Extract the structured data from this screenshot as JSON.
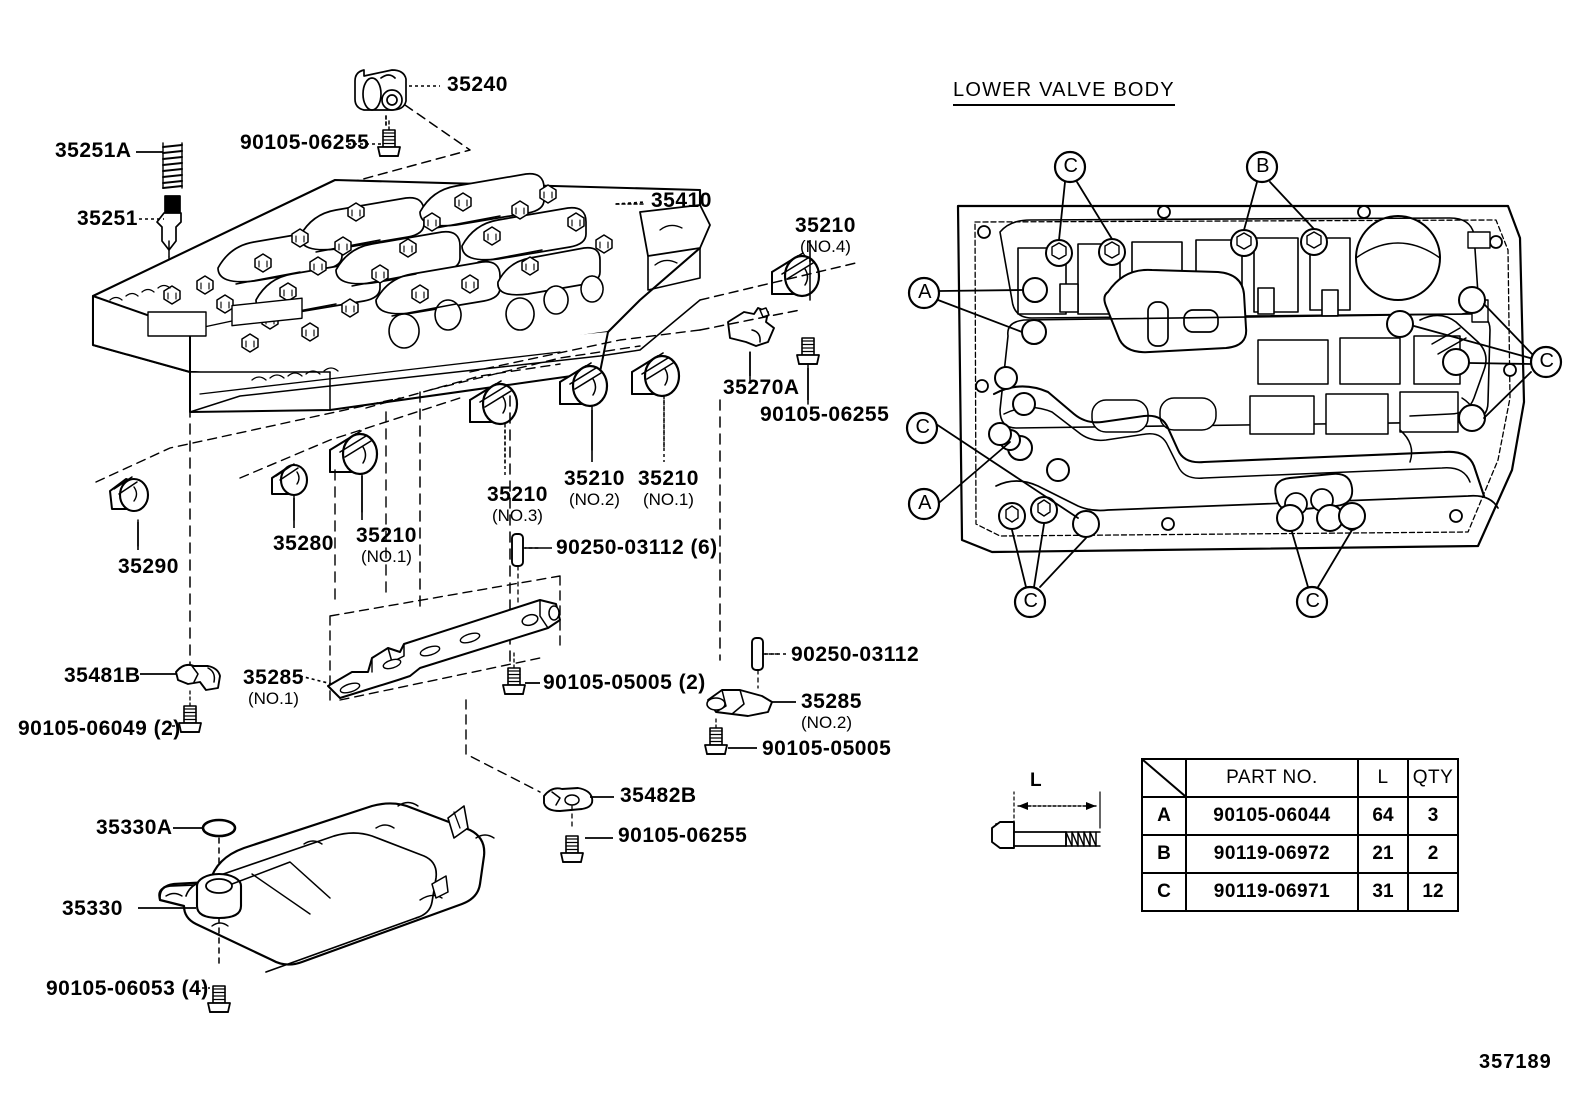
{
  "diagram": {
    "id_number": "357189",
    "section_title": "LOWER VALVE BODY"
  },
  "callouts": [
    {
      "id": "c-35240",
      "text": "35240",
      "sub": ""
    },
    {
      "id": "c-90105-06255-a",
      "text": "90105-06255",
      "sub": ""
    },
    {
      "id": "c-35251A",
      "text": "35251A",
      "sub": ""
    },
    {
      "id": "c-35251",
      "text": "35251",
      "sub": ""
    },
    {
      "id": "c-35410",
      "text": "35410",
      "sub": ""
    },
    {
      "id": "c-35210-no4",
      "text": "35210",
      "sub": "(NO.4)"
    },
    {
      "id": "c-35270A",
      "text": "35270A",
      "sub": ""
    },
    {
      "id": "c-90105-06255-b",
      "text": "90105-06255",
      "sub": ""
    },
    {
      "id": "c-35210-no3",
      "text": "35210",
      "sub": "(NO.3)"
    },
    {
      "id": "c-35210-no2",
      "text": "35210",
      "sub": "(NO.2)"
    },
    {
      "id": "c-35210-no1-r",
      "text": "35210",
      "sub": "(NO.1)"
    },
    {
      "id": "c-35290",
      "text": "35290",
      "sub": ""
    },
    {
      "id": "c-35280",
      "text": "35280",
      "sub": ""
    },
    {
      "id": "c-35210-no1-l",
      "text": "35210",
      "sub": "(NO.1)"
    },
    {
      "id": "c-90250-03112-6",
      "text": "90250-03112 (6)",
      "sub": ""
    },
    {
      "id": "c-35481B",
      "text": "35481B",
      "sub": ""
    },
    {
      "id": "c-35285-no1",
      "text": "35285",
      "sub": "(NO.1)"
    },
    {
      "id": "c-90105-06049-2",
      "text": "90105-06049 (2)",
      "sub": ""
    },
    {
      "id": "c-90105-05005-2",
      "text": "90105-05005 (2)",
      "sub": ""
    },
    {
      "id": "c-90250-03112",
      "text": "90250-03112",
      "sub": ""
    },
    {
      "id": "c-35285-no2",
      "text": "35285",
      "sub": "(NO.2)"
    },
    {
      "id": "c-90105-05005",
      "text": "90105-05005",
      "sub": ""
    },
    {
      "id": "c-35482B",
      "text": "35482B",
      "sub": ""
    },
    {
      "id": "c-90105-06255-c",
      "text": "90105-06255",
      "sub": ""
    },
    {
      "id": "c-35330A",
      "text": "35330A",
      "sub": ""
    },
    {
      "id": "c-35330",
      "text": "35330",
      "sub": ""
    },
    {
      "id": "c-90105-06053-4",
      "text": "90105-06053 (4)",
      "sub": ""
    }
  ],
  "labels": {
    "l_35240": "35240",
    "l_90105_06255_a": "90105-06255",
    "l_35251A": "35251A",
    "l_35251": "35251",
    "l_35410": "35410",
    "l_35210": "35210",
    "l_no4": "(NO.4)",
    "l_no3": "(NO.3)",
    "l_no2": "(NO.2)",
    "l_no1": "(NO.1)",
    "l_35270A": "35270A",
    "l_90105_06255_b": "90105-06255",
    "l_35290": "35290",
    "l_35280": "35280",
    "l_90250_03112_6": "90250-03112 (6)",
    "l_35481B": "35481B",
    "l_35285": "35285",
    "l_90105_06049_2": "90105-06049 (2)",
    "l_90105_05005_2": "90105-05005 (2)",
    "l_90250_03112": "90250-03112",
    "l_90105_05005": "90105-05005",
    "l_35482B": "35482B",
    "l_90105_06255_c": "90105-06255",
    "l_35330A": "35330A",
    "l_35330": "35330",
    "l_90105_06053_4": "90105-06053 (4)"
  },
  "bolt_key_markers": {
    "a": "A",
    "b": "B",
    "c": "C",
    "length_label": "L"
  },
  "parts_table": {
    "headers": [
      "",
      "PART NO.",
      "L",
      "QTY"
    ],
    "rows": [
      {
        "key": "A",
        "part_no": "90105-06044",
        "l": "64",
        "qty": "3"
      },
      {
        "key": "B",
        "part_no": "90119-06972",
        "l": "21",
        "qty": "2"
      },
      {
        "key": "C",
        "part_no": "90119-06971",
        "l": "31",
        "qty": "12"
      }
    ]
  },
  "colors": {
    "line": "#000000",
    "background": "#ffffff"
  }
}
